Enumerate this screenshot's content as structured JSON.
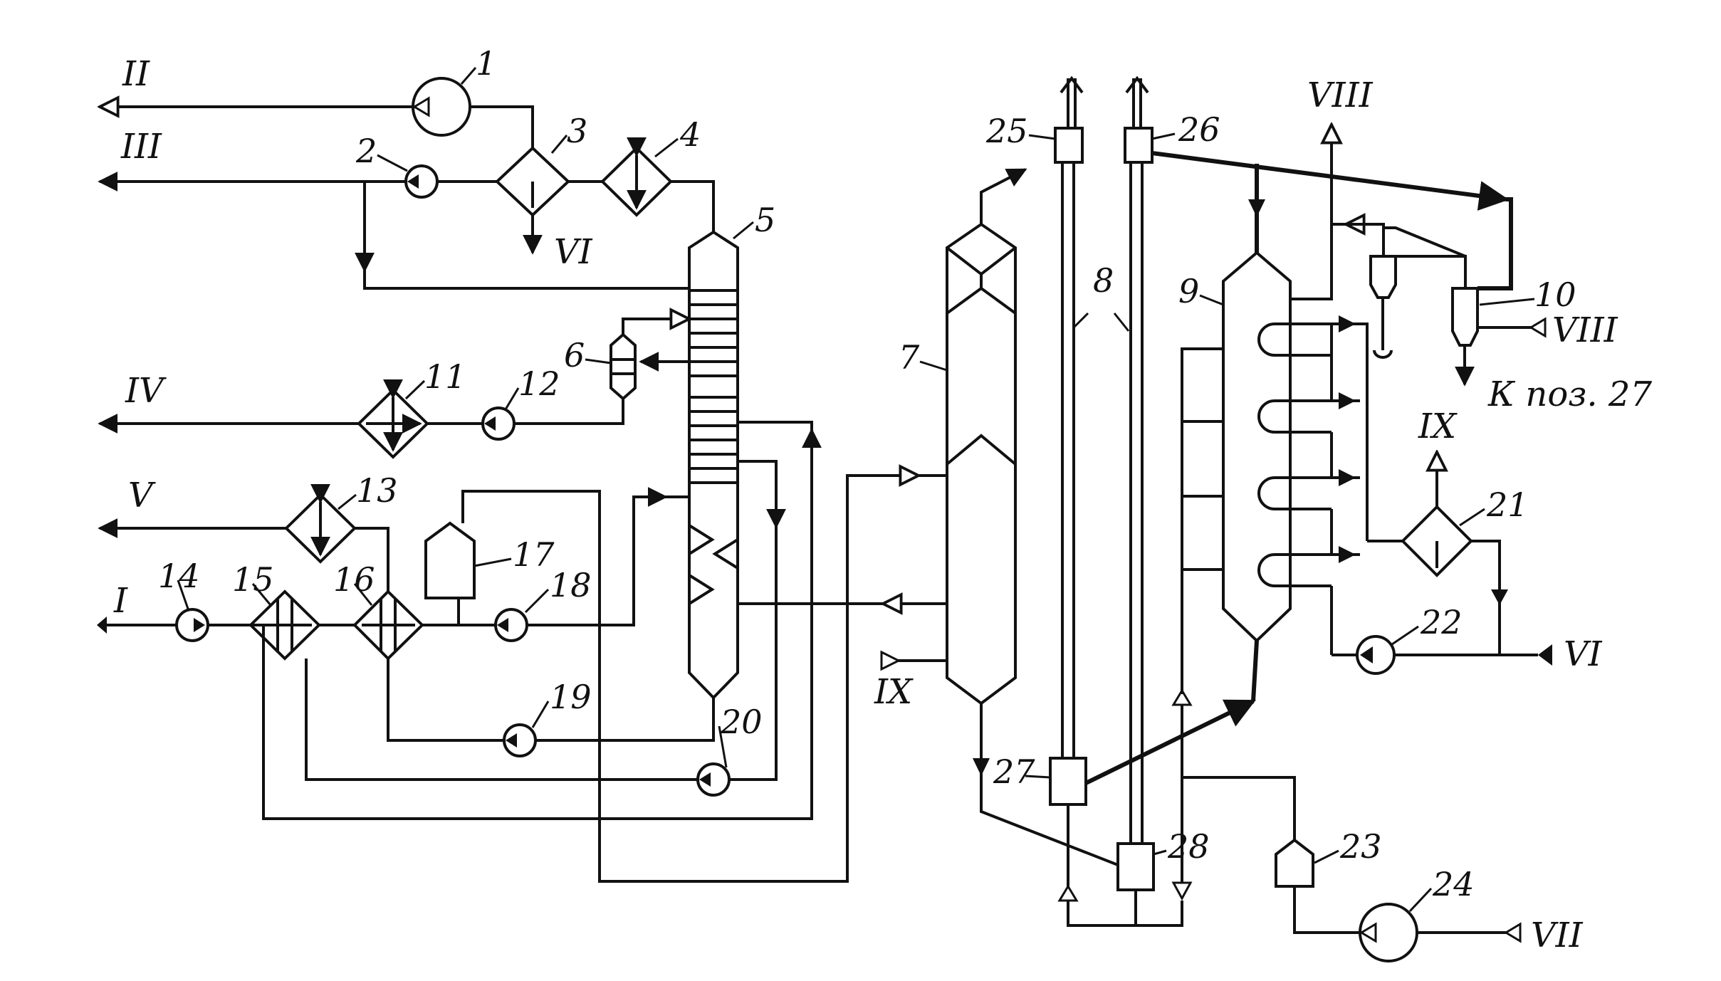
{
  "streams": {
    "I": "I",
    "II": "II",
    "III": "III",
    "IV": "IV",
    "V": "V",
    "VI": "VI",
    "VII": "VII",
    "VIII": "VIII",
    "IX": "IX"
  },
  "labels": {
    "n1": "1",
    "n2": "2",
    "n3": "3",
    "n4": "4",
    "n5": "5",
    "n6": "6",
    "n7": "7",
    "n8": "8",
    "n9": "9",
    "n10": "10",
    "n11": "11",
    "n12": "12",
    "n13": "13",
    "n14": "14",
    "n15": "15",
    "n16": "16",
    "n17": "17",
    "n18": "18",
    "n19": "19",
    "n20": "20",
    "n21": "21",
    "n22": "22",
    "n23": "23",
    "n24": "24",
    "n25": "25",
    "n26": "26",
    "n27": "27",
    "n28": "28"
  },
  "notes": {
    "to_pos27": "К поз. 27"
  }
}
